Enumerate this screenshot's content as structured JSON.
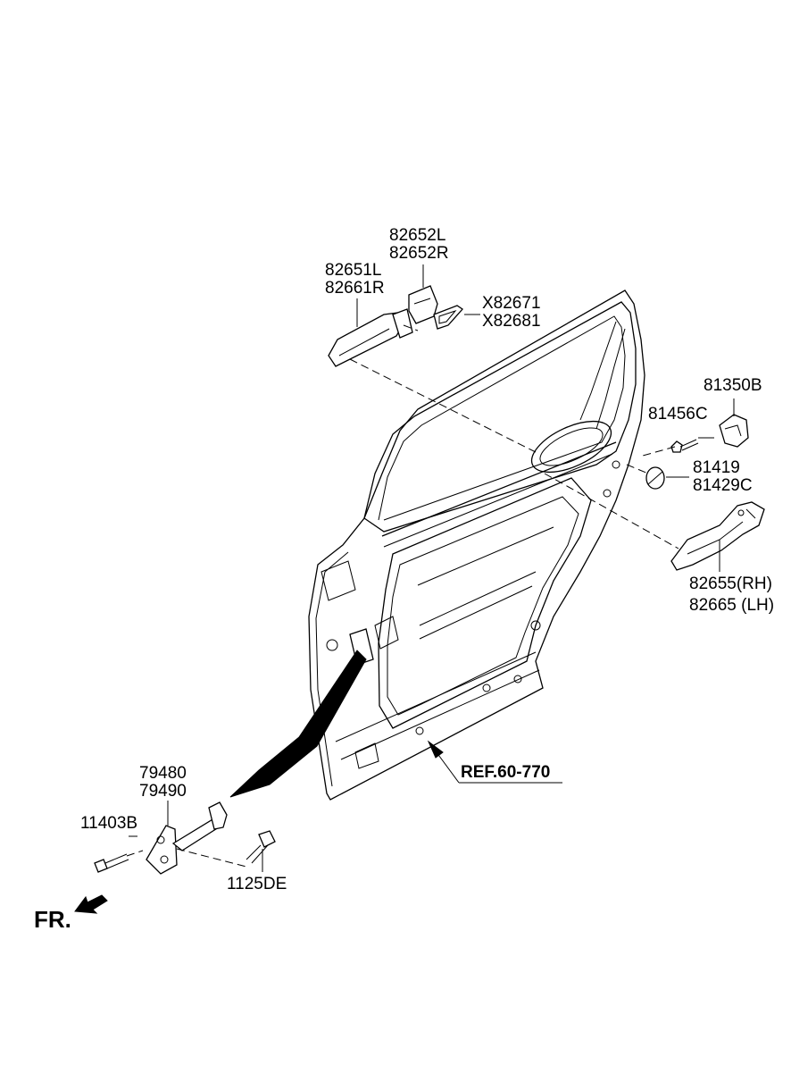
{
  "parts": {
    "p82652": [
      "82652L",
      "82652R"
    ],
    "p82651": [
      "82651L",
      "82661R"
    ],
    "pX82671": [
      "X82671",
      "X82681"
    ],
    "p81350": [
      "81350B"
    ],
    "p81456": [
      "81456C"
    ],
    "p81419": [
      "81419",
      "81429C"
    ],
    "p82655": [
      "82655(RH)",
      "82665 (LH)"
    ],
    "p79480": [
      "79480",
      "79490"
    ],
    "p11403": [
      "11403B"
    ],
    "p1125": [
      "1125DE"
    ]
  },
  "reference": "REF.60-770",
  "direction": "FR."
}
